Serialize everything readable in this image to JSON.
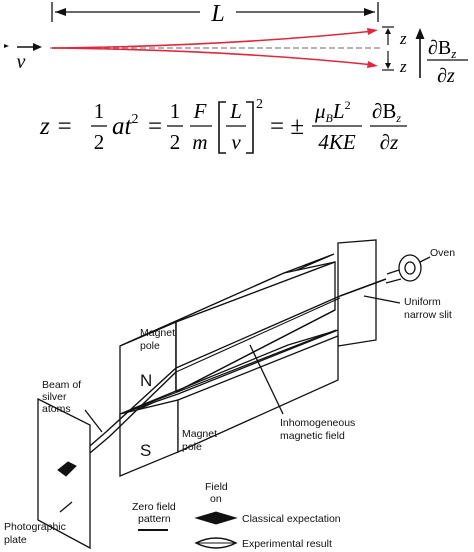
{
  "top": {
    "length_symbol": "L",
    "velocity_symbol": "v",
    "deflection_symbol": "z",
    "gradient_num_d": "∂B",
    "gradient_num_sub": "z",
    "gradient_den": "∂z",
    "equation": {
      "lhs": "z =",
      "f1_num": "1",
      "f1_den": "2",
      "at2": "at",
      "sq": "2",
      "eq2": "=",
      "f2_num": "1",
      "f2_den": "2",
      "f3_num": "F",
      "f3_den": "m",
      "br_num": "L",
      "br_den": "v",
      "eq3": "= ±",
      "f4_num_mu": "μ",
      "f4_num_sub": "B",
      "f4_num_L": "L",
      "f4_num_sup": "2",
      "f4_den": "4KE",
      "f5_num": "∂B",
      "f5_num_sub": "z",
      "f5_den": "∂z"
    }
  },
  "apparatus": {
    "oven": "Oven",
    "slit_line1": "Uniform",
    "slit_line2": "narrow slit",
    "magnet_top_line1": "Magnet",
    "magnet_top_line2": "pole",
    "pole_n": "N",
    "pole_s": "S",
    "magnet_bottom_line1": "Magnet",
    "magnet_bottom_line2": "pole",
    "beam_line1": "Beam of",
    "beam_line2": "silver",
    "beam_line3": "atoms",
    "field_line1": "Inhomogeneous",
    "field_line2": "magnetic field",
    "plate_line1": "Photographic",
    "plate_line2": "plate"
  },
  "legend": {
    "field_on_line1": "Field",
    "field_on_line2": "on",
    "zero_line1": "Zero field",
    "zero_line2": "pattern",
    "classical": "Classical expectation",
    "experimental": "Experimental result"
  },
  "colors": {
    "beam_red": "#e0283c",
    "ink": "#111111"
  }
}
